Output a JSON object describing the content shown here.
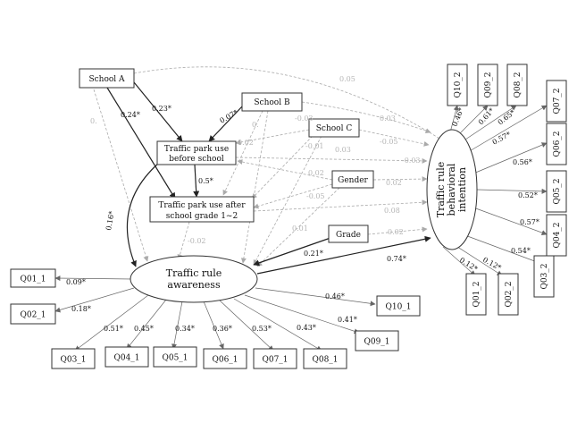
{
  "nodes": {
    "school_a": "School A",
    "school_b": "School B",
    "school_c": "School C",
    "gender": "Gender",
    "grade": "Grade",
    "park_before_l1": "Traffic park use",
    "park_before_l2": "before school",
    "park_after_l1": "Traffic park use after",
    "park_after_l2": "school grade 1~2",
    "awareness_l1": "Traffic rule",
    "awareness_l2": "awareness",
    "intention_l1": "Traffic rule",
    "intention_l2": "behavioral",
    "intention_l3": "intention"
  },
  "indicators_awareness": [
    "Q01_1",
    "Q02_1",
    "Q03_1",
    "Q04_1",
    "Q05_1",
    "Q06_1",
    "Q07_1",
    "Q08_1",
    "Q09_1",
    "Q10_1"
  ],
  "loadings_awareness": [
    "0.09*",
    "0.18*",
    "0.51*",
    "0.45*",
    "0.34*",
    "0.36*",
    "0.53*",
    "0.43*",
    "0.41*",
    "0.46*"
  ],
  "indicators_intention": [
    "Q10_2",
    "Q09_2",
    "Q08_2",
    "Q07_2",
    "Q06_2",
    "Q05_2",
    "Q04_2",
    "Q03_2",
    "Q02_2",
    "Q01_2"
  ],
  "loadings_intention": [
    "0.46*",
    "0.61*",
    "0.65*",
    "0.57*",
    "0.56*",
    "0.52*",
    "0.57*",
    "0.54*",
    "0.12*",
    "0.12*"
  ],
  "paths_significant": {
    "school_a_to_park_after": "0.24*",
    "school_a_to_park_before": "0.23*",
    "school_b_to_park_before": "0.07*",
    "park_before_to_park_after": "0.5*",
    "park_before_to_awareness": "0.16*",
    "grade_to_awareness": "0.21*",
    "awareness_to_intention": "0.74*"
  },
  "paths_nonsignificant": {
    "school_a_to_intention": "0.05",
    "school_a_to_awareness": "0.",
    "school_b_to_intention": "0.03",
    "school_c_to_park_before": "-0.03",
    "school_c_to_intention": "-0.05",
    "school_b_to_park_after": "0.02",
    "school_b_to_awareness": "0.",
    "school_c_to_park_after": "-0.01",
    "school_c_to_awareness": "0.03",
    "park_before_to_intention": "-0.03",
    "gender_to_park_before": "0.02",
    "gender_to_park_after": "-0.05",
    "gender_to_intention": "0.02",
    "gender_to_awareness": "0.01",
    "park_after_to_intention": "0.08",
    "park_after_to_awareness": "-0.02",
    "grade_to_intention": "0.02"
  }
}
